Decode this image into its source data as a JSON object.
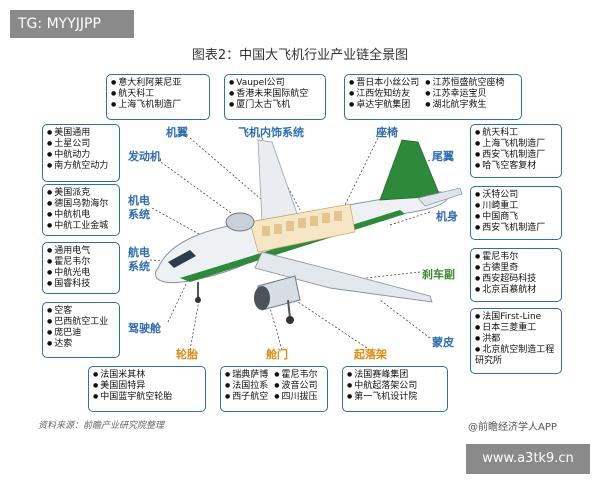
{
  "tag": "TG: MYYJJPP",
  "title": "图表2：中国大飞机行业产业链全景图",
  "boxes": {
    "top_left": [
      "意大利阿莱尼亚",
      "航天科工",
      "上海飞机制造厂"
    ],
    "top_mid": [
      "Vaupel公司",
      "香港未来国际航空",
      "厦门太古飞机"
    ],
    "top_right_a": [
      "晋日本小丝公司",
      "江西佐知纺友",
      "卓达宇航集团"
    ],
    "top_right_b": [
      "江苏恒盛航空座椅",
      "江苏幸运宝贝",
      "湖北航宇救生"
    ],
    "left1": [
      "美国通用",
      "土星公司",
      "中航动力",
      "南方航空动力"
    ],
    "left2": [
      "美国派克",
      "德国乌勃海尔",
      "中航机电",
      "中航工业金城"
    ],
    "left3": [
      "通用电气",
      "霍尼韦尔",
      "中航光电",
      "国睿科技"
    ],
    "left4": [
      "空客",
      "巴西航空工业",
      "庞巴迪",
      "达索"
    ],
    "right1": [
      "航天科工",
      "上海飞机制造厂",
      "西安飞机制造厂",
      "哈飞空客复材"
    ],
    "right2": [
      "沃特公司",
      "川崎重工",
      "中国商飞",
      "西安飞机制造厂"
    ],
    "right3": [
      "霍尼韦尔",
      "古德里奇",
      "西安超码科技",
      "北京百慕航材"
    ],
    "right4": [
      "法国First-Line",
      "日本三菱重工",
      "洪都",
      "北京航空制造工程研究所"
    ],
    "bottom1": [
      "法国米其林",
      "美国固特异",
      "中国蓝宇航空轮胎"
    ],
    "bottom2a": [
      "瑞典萨博",
      "法国拉系",
      "西子航空"
    ],
    "bottom2b": [
      "霍尼韦尔",
      "波音公司",
      "四川拔压"
    ],
    "bottom3": [
      "法国赛峰集团",
      "中航起落架公司",
      "第一飞机设计院"
    ]
  },
  "labels": {
    "jiyi": "机翼",
    "feiji_neishi": "飞机内饰系统",
    "zuoyi": "座椅",
    "fadongji": "发动机",
    "weiyi": "尾翼",
    "jidian": "机电系统",
    "hangdian": "航电系统",
    "jishen": "机身",
    "shache": "刹车副",
    "jiashicang": "驾驶舱",
    "luntai": "轮胎",
    "cangmen": "舱门",
    "qiluojia": "起落架",
    "shoupi": "蒙皮"
  },
  "footer": {
    "source": "资料来源：前瞻产业研究院整理",
    "brand": "@前瞻经济学人APP"
  },
  "watermark": "www.a3tk9.cn",
  "colors": {
    "box_border": "#2f6db0",
    "label_blue": "#2f6db0",
    "plane_green": "#2e8a3a",
    "plane_body": "#eef1f4"
  }
}
